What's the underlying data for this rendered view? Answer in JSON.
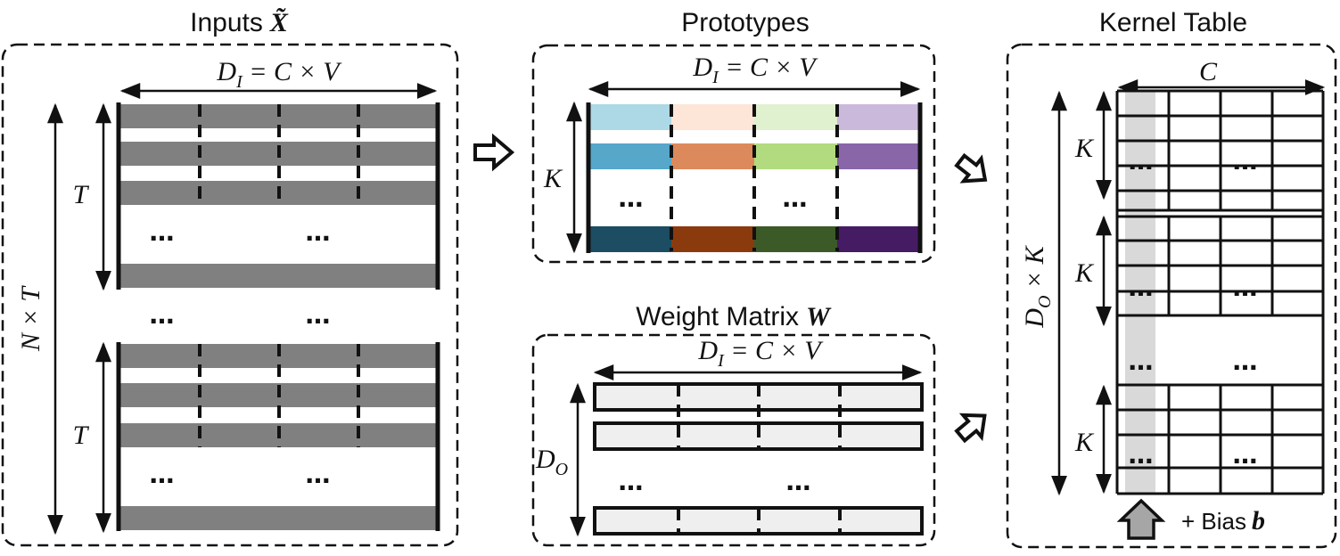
{
  "inputs": {
    "title": "Inputs",
    "symbol": "X̃",
    "width_label": {
      "lhs": "D",
      "sub": "I",
      "rhs": " = C × V"
    },
    "height_label": "N × T",
    "group_label": "T",
    "dots": "…"
  },
  "prototypes": {
    "title": "Prototypes",
    "width_label": {
      "lhs": "D",
      "sub": "I",
      "rhs": " = C × V"
    },
    "height_label": "K",
    "dots": "…",
    "colors": {
      "light": [
        "#add8e6",
        "#fde5d7",
        "#e0f1cf",
        "#cbb9dc"
      ],
      "mid": [
        "#56a7c9",
        "#dc8a5c",
        "#b2da7f",
        "#8866a8"
      ],
      "dark": [
        "#1c4d62",
        "#8b3a0e",
        "#3b5a28",
        "#451c63"
      ]
    }
  },
  "weights": {
    "title": "Weight Matrix",
    "symbol": "W",
    "width_label": {
      "lhs": "D",
      "sub": "I",
      "rhs": " = C × V"
    },
    "height_label": {
      "lhs": "D",
      "sub": "O"
    },
    "dots": "…"
  },
  "kernel": {
    "title": "Kernel Table",
    "width_label": "C",
    "height_label": {
      "lhs": "D",
      "sub": "O",
      "rhs": " × K"
    },
    "group_label": "K",
    "dots": "…",
    "bias_label": "+ Bias",
    "bias_symbol": "b",
    "highlight_color": "#d9d9d9"
  }
}
